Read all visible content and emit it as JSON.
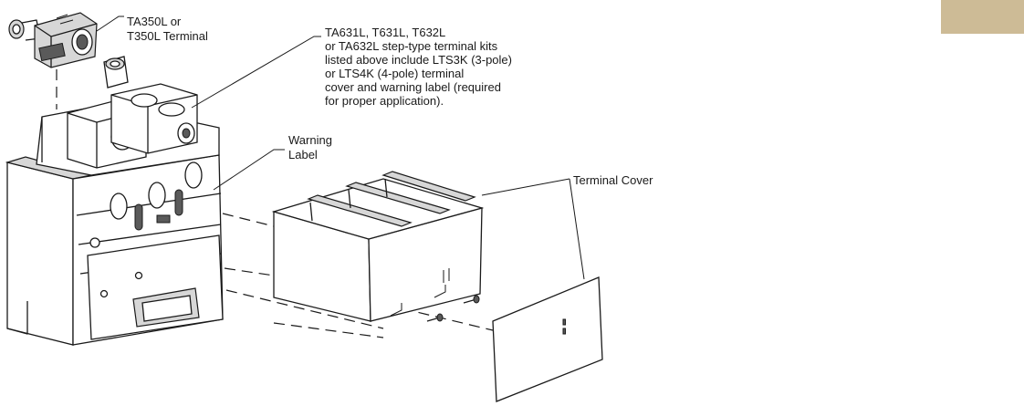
{
  "labels": {
    "terminal_line1": "TA350L or",
    "terminal_line2": "T350L Terminal",
    "kit_lines": [
      "TA631L, T631L, T632L",
      "or TA632L step-type terminal kits",
      "listed above include LTS3K (3-pole)",
      "or LTS4K (4-pole) terminal",
      "cover and warning label (required",
      "for proper application)."
    ],
    "warning_line1": "Warning",
    "warning_line2": "Label",
    "terminal_cover": "Terminal Cover"
  },
  "colors": {
    "corner_tab": "#cdbb96",
    "ink": "#1a1a1a",
    "shading": "#d7d7d7"
  }
}
